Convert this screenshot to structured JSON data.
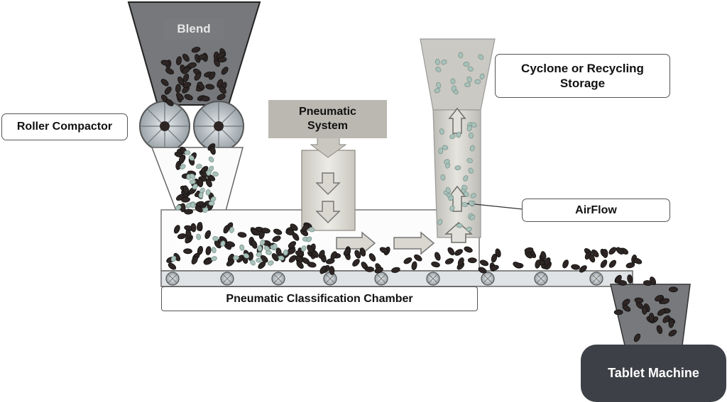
{
  "labels": {
    "blend": "Blend",
    "roller_compactor": "Roller Compactor",
    "pneumatic_system": "Pneumatic\nSystem",
    "cyclone": "Cyclone or Recycling\nStorage",
    "airflow": "AirFlow",
    "chamber": "Pneumatic Classification Chamber",
    "tablet_machine": "Tablet Machine"
  },
  "colors": {
    "granule_dark": "#2e2624",
    "granule_fine": "#a7c2ba",
    "hopper_fill": "#77797c",
    "machine_fill": "#3d4046",
    "pipe_fill": "#d8d6d0",
    "arrow_fill": "#c9c7c0"
  }
}
